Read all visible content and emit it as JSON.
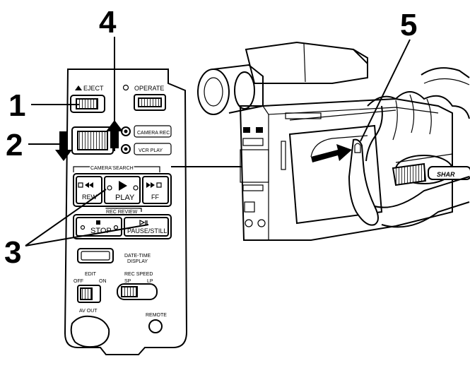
{
  "callouts": {
    "c1": "1",
    "c2": "2",
    "c3": "3",
    "c4": "4",
    "c5": "5"
  },
  "panel": {
    "eject": "EJECT",
    "operate": "OPERATE",
    "camera_rec": "CAMERA REC",
    "vcr_play": "VCR PLAY",
    "camera_search": "CAMERA SEARCH",
    "rew": "REW",
    "play": "PLAY",
    "ff": "FF",
    "rec_review": "REC REVIEW",
    "stop": "STOP",
    "pause_still": "PAUSE/STILL",
    "date_time_line1": "DATE-TIME",
    "date_time_line2": "DISPLAY",
    "edit": "EDIT",
    "edit_off": "OFF",
    "edit_on": "ON",
    "rec_speed": "REC SPEED",
    "sp": "SP",
    "lp": "LP",
    "av_out": "AV OUT",
    "remote": "REMOTE"
  },
  "camera": {
    "brand": "SHAR"
  }
}
